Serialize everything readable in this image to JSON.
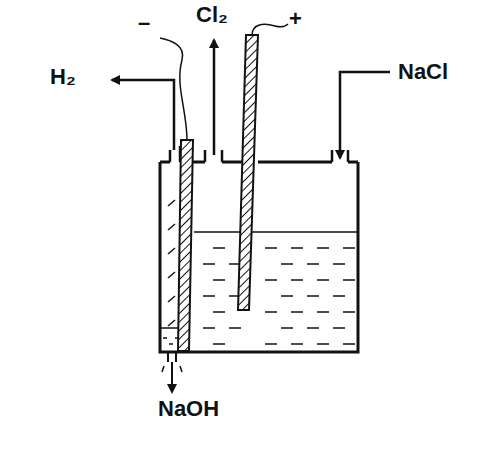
{
  "diagram": {
    "labels": [
      "–",
      "Cl₂",
      "+",
      "H₂",
      "NaCl",
      "NaOH"
    ]
  }
}
